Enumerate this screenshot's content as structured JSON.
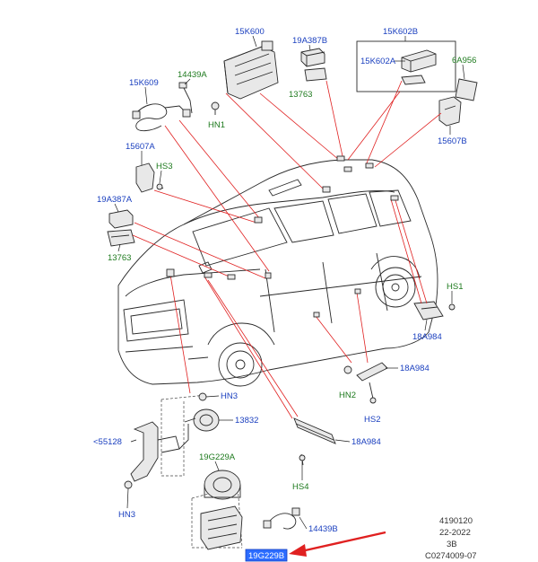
{
  "labels": {
    "l_15K600": "15K600",
    "l_15K602B": "15K602B",
    "l_15K602A": "15K602A",
    "l_19A387B": "19A387B",
    "l_13763_top": "13763",
    "l_6A956": "6A956",
    "l_15K609": "15K609",
    "l_14439A": "14439A",
    "l_HN1": "HN1",
    "l_15607B": "15607B",
    "l_15607A": "15607A",
    "l_HS3": "HS3",
    "l_19A387A": "19A387A",
    "l_13763_left": "13763",
    "l_HS1": "HS1",
    "l_18A984_a": "18A984",
    "l_18A984_b": "18A984",
    "l_HN2": "HN2",
    "l_HS2": "HS2",
    "l_HN3_a": "HN3",
    "l_13832": "13832",
    "l_55128": "<55128",
    "l_18A984_c": "18A984",
    "l_19G229A": "19G229A",
    "l_HS4": "HS4",
    "l_HN3_b": "HN3",
    "l_14439B": "14439B",
    "l_19G229B": "19G229B"
  },
  "footer": {
    "line1": "4190120",
    "line2": "22-2022",
    "line3": "3B",
    "line4": "C0274009-07"
  },
  "colors": {
    "label_blue": "#1a3fbf",
    "label_green": "#1e7a1e",
    "leader_red": "#e02020",
    "highlight": "#2b6cff"
  }
}
